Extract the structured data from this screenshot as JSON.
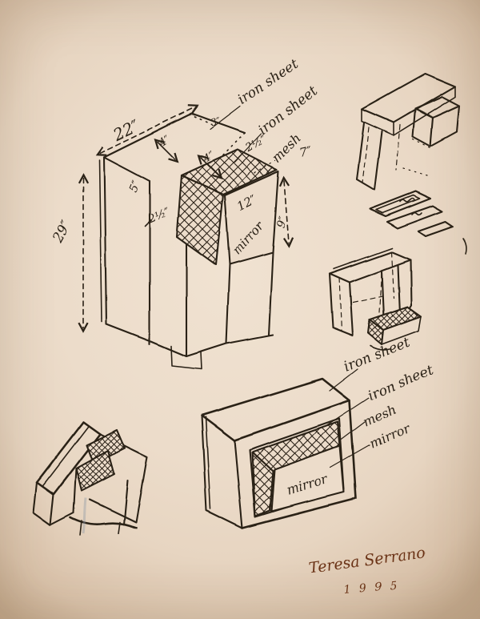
{
  "colors": {
    "ink": "#2b2118",
    "paper": "#ecdcca",
    "signature_ink": "#6b3315"
  },
  "main_sketch": {
    "annotations": {
      "iron_sheet_1": "iron sheet",
      "iron_sheet_2": "iron sheet",
      "mesh": "mesh",
      "mirror": "mirror"
    },
    "dimensions": {
      "top_width": "22″",
      "height": "29″",
      "inset_a": "4″",
      "inset_b": "4″",
      "corner": "3″",
      "side": "5″",
      "ledge": "2½″",
      "mesh_edge": "2½″",
      "mesh_depth": "7″",
      "mirror_width": "12″",
      "mirror_height": "9″"
    }
  },
  "bottom_sketch": {
    "annotations": {
      "iron_sheet_1": "iron sheet",
      "iron_sheet_2": "iron sheet",
      "mesh": "mesh",
      "mirror": "mirror",
      "mirror_panel": "mirror"
    }
  },
  "signature": {
    "artist": "Teresa Serrano",
    "year": "1 9 9 5"
  }
}
